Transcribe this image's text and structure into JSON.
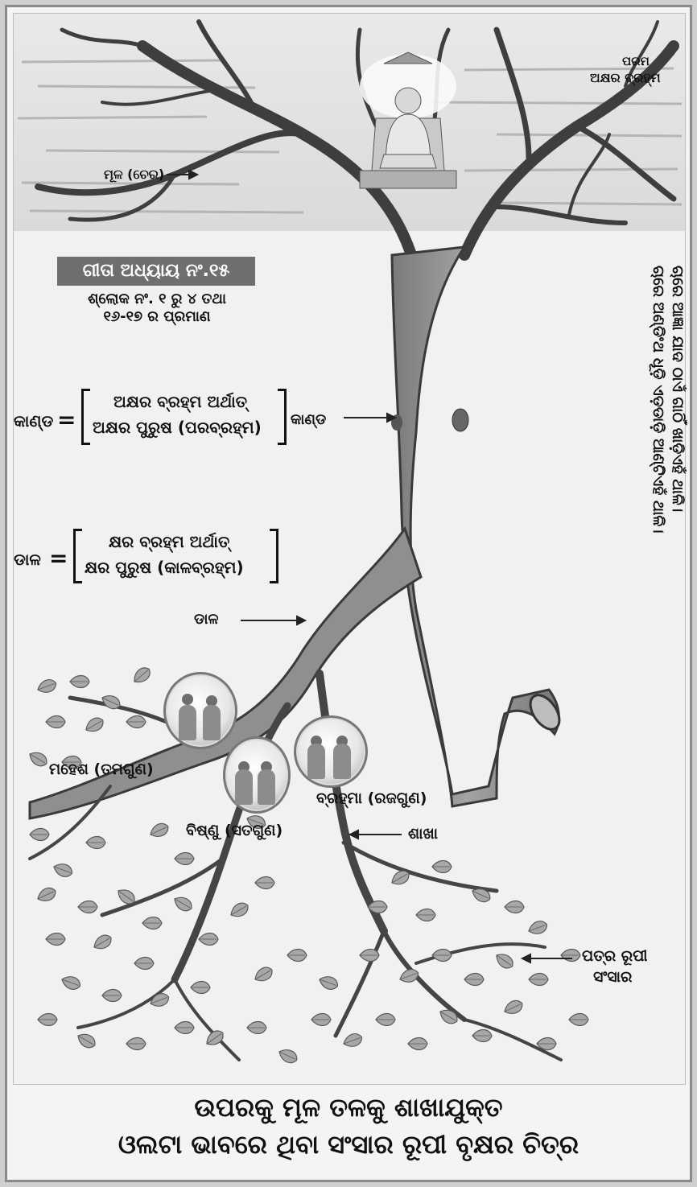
{
  "labels": {
    "parama_line1": "ପରମ",
    "parama_line2": "ଅକ୍ଷର ବ୍ରହ୍ମ",
    "mula": "ମୂଳ (ଚେର)",
    "gita_title": "ଗୀତା ଅଧ୍ୟାୟ ନଂ.୧୫",
    "gita_sub1": "ଶ୍ଲୋକ ନଂ. ୧ ରୁ ୪ ତଥା",
    "gita_sub2": "୧୬-୧୭ ର ପ୍ରମାଣ",
    "kanda_left": "କାଣ୍ଡ",
    "kanda_equals": "=",
    "kanda_line1": "ଅକ୍ଷର ବ୍ରହ୍ମ ଅର୍ଥାତ୍",
    "kanda_line2": "ଅକ୍ଷର ପୁରୁଷ (ପରବ୍ରହ୍ମ)",
    "kanda_right": "କାଣ୍ଡ",
    "dala_left": "ଡାଳ",
    "dala_equals": "=",
    "dala_line1": "କ୍ଷର ବ୍ରହ୍ମ ଅର୍ଥାତ୍",
    "dala_line2": "କ୍ଷର ପୁରୁଷ (କାଳବ୍ରହ୍ମ)",
    "dala_arrow_label": "ଡାଳ",
    "mahesh": "ମହେଶ (ତମଗୁଣ)",
    "vishnu": "ବିଷ୍ଣୁ (ସତଗୁଣ)",
    "brahma": "ବ୍ରହ୍ମା (ରଜଗୁଣ)",
    "shakha": "ଶାଖା",
    "patra_line1": "ପତ୍ର ରୂପୀ",
    "patra_line2": "ସଂସାର",
    "vertical_line1": "ଚାରେ ଆଜ୍ଞା ଯାଦ ଠାଏଁ ଗାଠିଁ ଖାଡ଼ିଏହଁ ଥାଳି।",
    "vertical_line2": "ଚାରେ ଅଣ୍ଡିଂଥ ଧୂଡ଼ି ଏଡ଼ଡାଡ଼ି ଆଣ୍ଟିଏହଁ ଥାଳି।"
  },
  "caption": {
    "line1": "ଉପରକୁ ମୂଳ ତଳକୁ ଶାଖାଯୁକ୍ତ",
    "line2": "ଓଲଟା ଭାବରେ ଥିବା ସଂସାର ରୂପୀ ବୃକ୍ଷର ଚିତ୍ର"
  },
  "colors": {
    "trunk": "#8e8e8e",
    "trunk_dark": "#6a6a6a",
    "leaf": "#a9a9a9",
    "branch": "#4a4a4a",
    "title_box": "#6f6f6f"
  }
}
